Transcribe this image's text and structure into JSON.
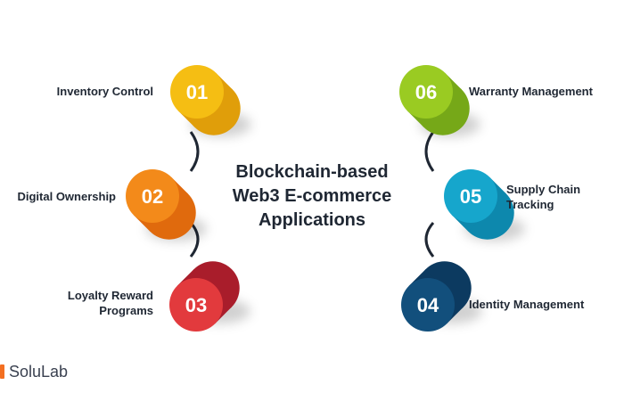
{
  "title": "Blockchain-based Web3 E-commerce Applications",
  "title_lines": [
    "Blockchain-based",
    "Web3 E-commerce",
    "Applications"
  ],
  "items": [
    {
      "number": "01",
      "label_lines": [
        "Inventory Control"
      ],
      "colors": {
        "front": "#f5be13",
        "back": "#e09e0a"
      }
    },
    {
      "number": "02",
      "label_lines": [
        "Digital Ownership"
      ],
      "colors": {
        "front": "#f38a1a",
        "back": "#e06a0d"
      }
    },
    {
      "number": "03",
      "label_lines": [
        "Loyalty Reward",
        "Programs"
      ],
      "colors": {
        "front": "#e23a3d",
        "back": "#a91d2b"
      }
    },
    {
      "number": "04",
      "label_lines": [
        "Identity Management"
      ],
      "colors": {
        "front": "#124f7c",
        "back": "#0c3a60"
      }
    },
    {
      "number": "05",
      "label_lines": [
        "Supply Chain",
        "Tracking"
      ],
      "colors": {
        "front": "#16a6cc",
        "back": "#0d88ad"
      }
    },
    {
      "number": "06",
      "label_lines": [
        "Warranty Management"
      ],
      "colors": {
        "front": "#9acb22",
        "back": "#76a818"
      }
    }
  ],
  "logo": {
    "text": "SoluLab",
    "color": "#f36f21"
  }
}
